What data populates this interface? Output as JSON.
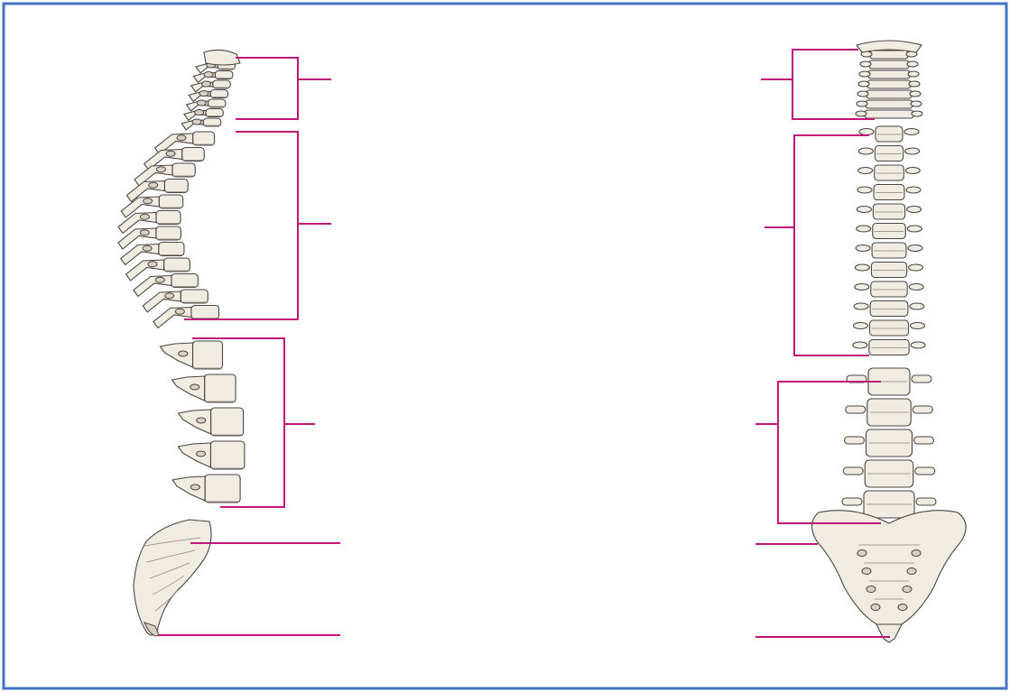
{
  "colors": {
    "frame_border": "#4472c4",
    "leader_line": "#c2177a",
    "bone_fill": "#f1ece2",
    "bone_outline": "#4a4540"
  },
  "figures": [
    {
      "view": "lateral",
      "regions": [
        "cervical",
        "thoracic",
        "lumbar",
        "sacrum",
        "coccyx"
      ],
      "labels": [
        "",
        "",
        "",
        "",
        ""
      ]
    },
    {
      "view": "anterior",
      "regions": [
        "cervical",
        "thoracic",
        "lumbar",
        "sacrum",
        "coccyx"
      ],
      "labels": [
        "",
        "",
        "",
        "",
        ""
      ]
    }
  ]
}
